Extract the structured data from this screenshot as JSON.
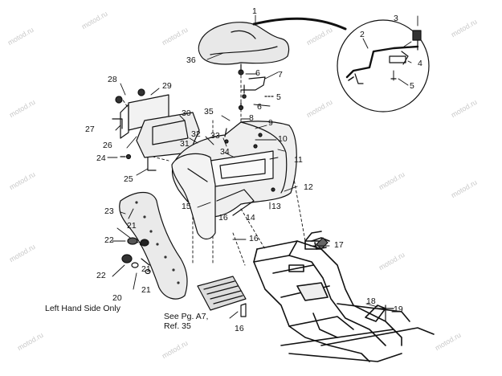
{
  "watermark": "motod.ru",
  "callouts": {
    "c1": "1",
    "c2": "2",
    "c3": "3",
    "c4": "4",
    "c5a": "5",
    "c5b": "5",
    "c6a": "6",
    "c6b": "6",
    "c7": "7",
    "c8": "8",
    "c9": "9",
    "c10": "10",
    "c11": "11",
    "c12": "12",
    "c13": "13",
    "c14": "14",
    "c15": "15",
    "c16a": "16",
    "c16b": "16",
    "c16c": "16",
    "c17": "17",
    "c18": "18",
    "c19": "19",
    "c20": "20",
    "c21a": "21",
    "c21b": "21",
    "c21c": "21",
    "c22a": "22",
    "c22b": "22",
    "c23": "23",
    "c24": "24",
    "c25": "25",
    "c26": "26",
    "c27": "27",
    "c28": "28",
    "c29": "29",
    "c30": "30",
    "c31": "31",
    "c32": "32",
    "c33": "33",
    "c34": "34",
    "c35": "35",
    "c36": "36"
  },
  "notes": {
    "left_side": "Left Hand Side Only",
    "see_page_line1": "See Pg. A7,",
    "see_page_line2": "Ref. 35"
  },
  "colors": {
    "ink": "#111111",
    "watermark": "#c9c9c9"
  }
}
